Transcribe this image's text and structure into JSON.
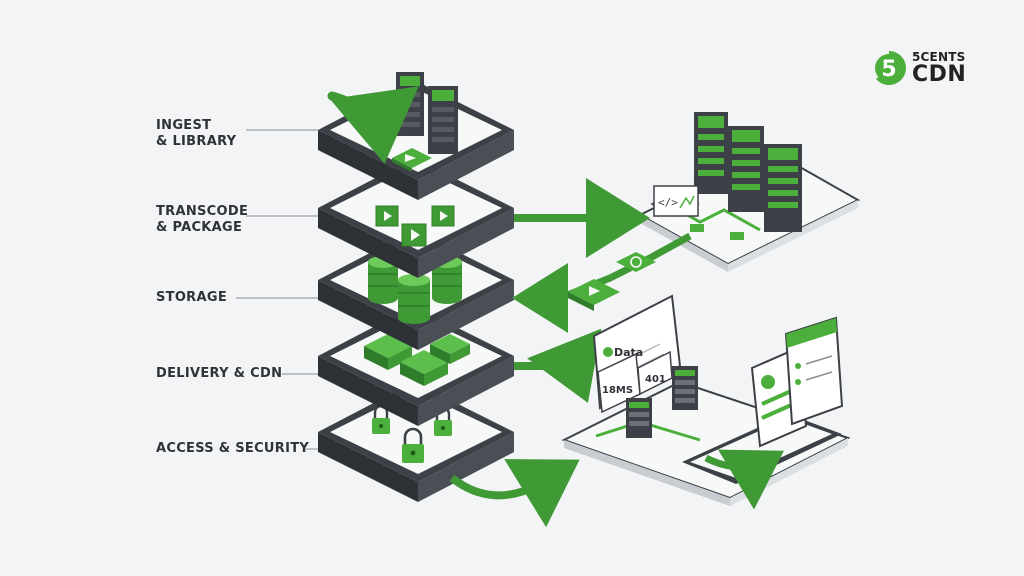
{
  "brand": {
    "badge": "5",
    "top": "5CENTS",
    "bottom": "CDN",
    "color": "#4caf3c"
  },
  "layers": [
    {
      "label": "INGEST\n& LIBRARY"
    },
    {
      "label": "TRANSCODE\n& PACKAGE"
    },
    {
      "label": "STORAGE"
    },
    {
      "label": "DELIVERY & CDN"
    },
    {
      "label": "ACCESS & SECURITY"
    }
  ],
  "panels": {
    "data_label": "Data",
    "latency_label": "18MS",
    "status_code": "401"
  },
  "icons": {
    "code": "code-icon",
    "play": "play-icon",
    "refresh": "refresh-icon",
    "lock": "lock-icon",
    "server": "server-rack-icon"
  },
  "colors": {
    "accent": "#4caf3c",
    "accent_dark": "#2f7d2a",
    "slab_dark": "#3d4147",
    "slab_top": "#f7f8f8",
    "background": "#f3f4f6"
  }
}
